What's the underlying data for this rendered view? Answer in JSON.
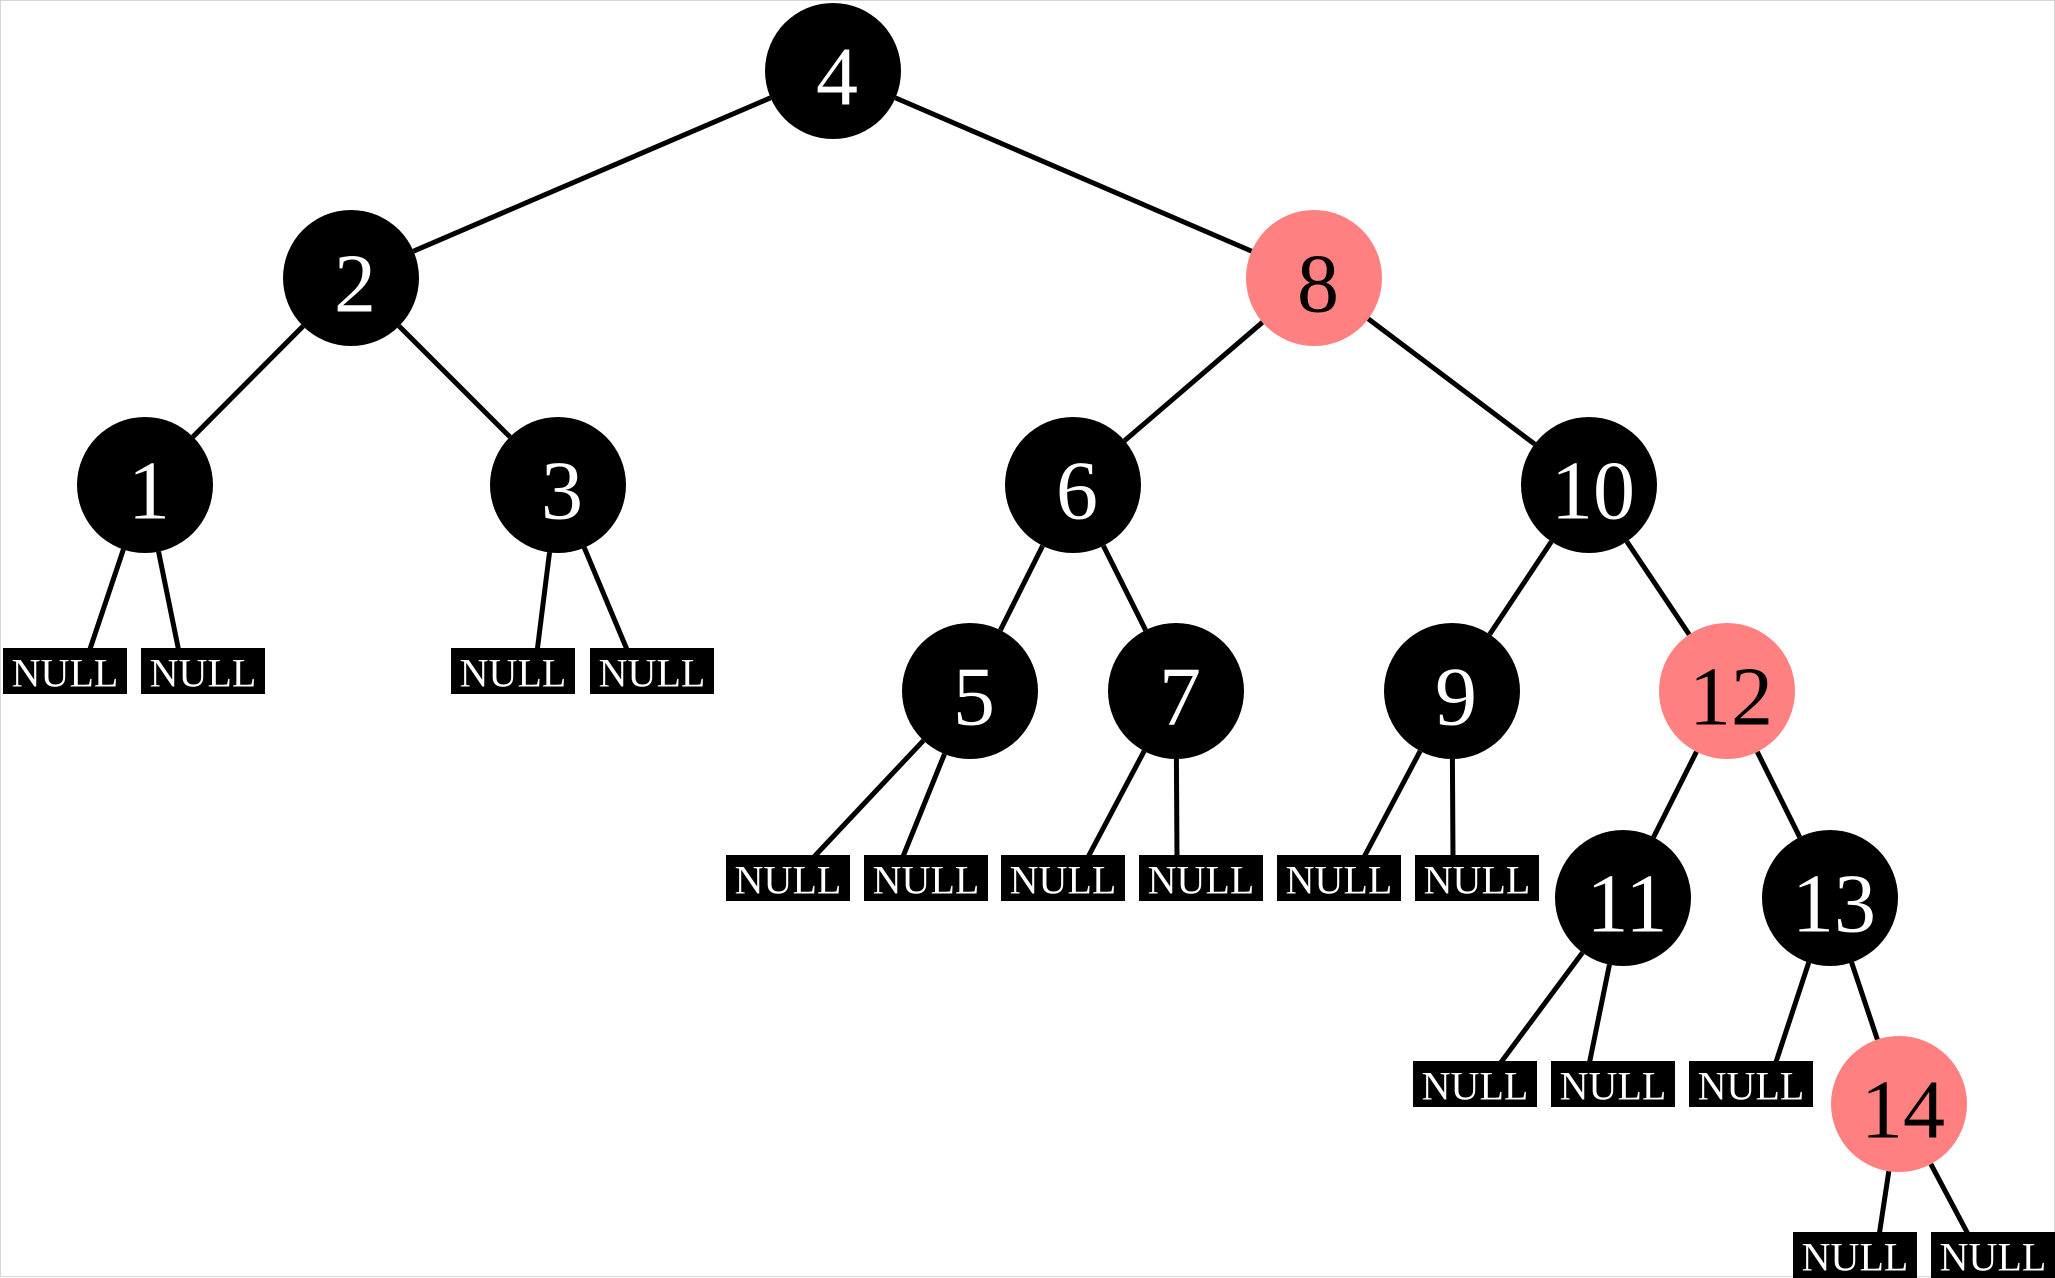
{
  "colors": {
    "black_node": "#000000",
    "red_node": "#ff8080",
    "black_node_text": "#ffffff",
    "red_node_text": "#000000",
    "null_leaf": "#000000",
    "null_text": "#ffffff",
    "edge": "#000000"
  },
  "null_label": "NULL",
  "tree": {
    "root": {
      "value": "4",
      "color": "black",
      "left": {
        "value": "2",
        "color": "black",
        "left": {
          "value": "1",
          "color": "black",
          "left": null,
          "right": null
        },
        "right": {
          "value": "3",
          "color": "black",
          "left": null,
          "right": null
        }
      },
      "right": {
        "value": "8",
        "color": "red",
        "left": {
          "value": "6",
          "color": "black",
          "left": {
            "value": "5",
            "color": "black",
            "left": null,
            "right": null
          },
          "right": {
            "value": "7",
            "color": "black",
            "left": null,
            "right": null
          }
        },
        "right": {
          "value": "10",
          "color": "black",
          "left": {
            "value": "9",
            "color": "black",
            "left": null,
            "right": null
          },
          "right": {
            "value": "12",
            "color": "red",
            "left": {
              "value": "11",
              "color": "black",
              "left": null,
              "right": null
            },
            "right": {
              "value": "13",
              "color": "black",
              "left": null,
              "right": {
                "value": "14",
                "color": "red",
                "left": null,
                "right": null
              }
            }
          }
        }
      }
    }
  }
}
